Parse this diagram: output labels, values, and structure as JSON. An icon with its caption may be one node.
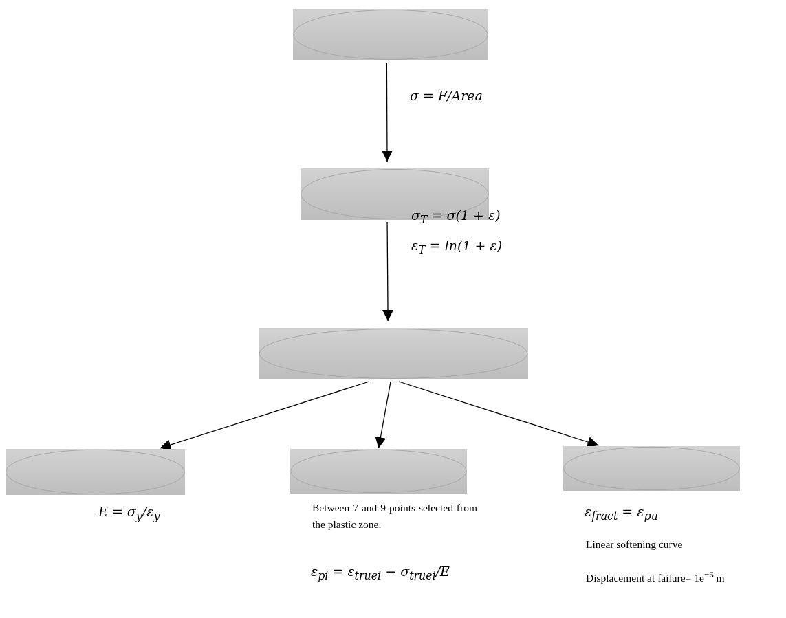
{
  "diagram": {
    "nodes": [
      {
        "text": [],
        "shape": "box"
      },
      {
        "text": [],
        "shape": "box"
      },
      {
        "text": [],
        "shape": "box"
      },
      {
        "text": [],
        "shape": "box",
        "beside": [
          "E = σ$_{y}$/ε$_{y}$"
        ]
      },
      {
        "text": [],
        "shape": "box",
        "beside": [
          "Between 7 and 9 points selected from the plastic zone.",
          "ε$_{p}$$_{i}$ = ε$_{true}$$_{i}$ − σ$_{true}$$_{i}$/E"
        ]
      },
      {
        "text": [],
        "shape": "box",
        "beside": [
          "ε$_{fract}$ = ε$_{pu}$",
          "Linear softening curve",
          "Displacement at failure= 1e$^{−6}$ m"
        ]
      }
    ],
    "edges": [
      {
        "from": 0,
        "to": 1,
        "arrow": "to"
      },
      {
        "from": 1,
        "to": 2,
        "arrow": "to"
      },
      {
        "from": 2,
        "to": 3,
        "arrow": "to"
      },
      {
        "from": 2,
        "to": 4,
        "arrow": "to"
      },
      {
        "from": 2,
        "to": 5,
        "arrow": "to"
      }
    ],
    "labels": [
      "σ = F/Area",
      "σ$_{T}$ = σ(1 + ε)",
      "ε$_{T}$ = ln(1 + ε)"
    ]
  }
}
